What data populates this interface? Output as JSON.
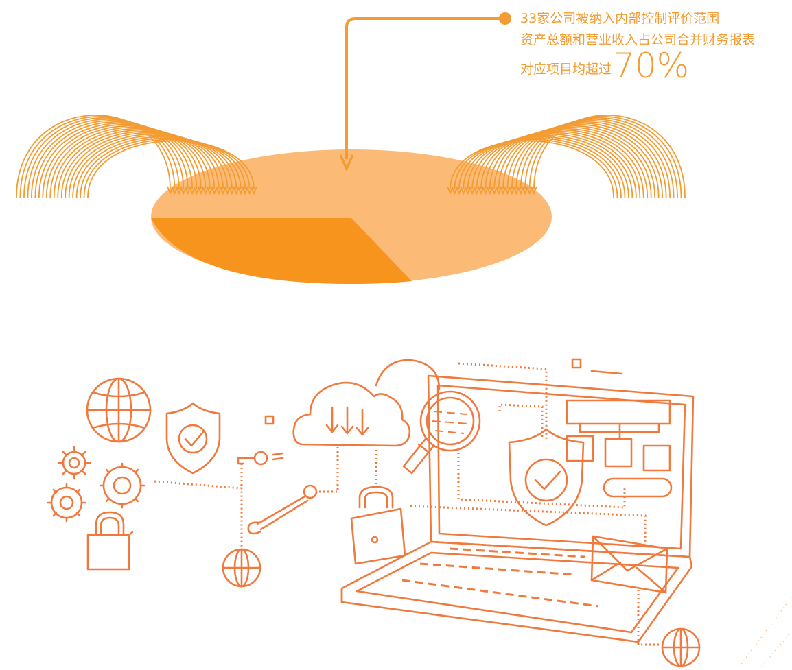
{
  "callout": {
    "line1_num": "33",
    "line1_text": "家公司被纳入内部控制评价范围",
    "line2": "资产总额和营业收入占公司合并财务报表",
    "line3_text": "对应项目均超过",
    "line3_value": "70%"
  },
  "colors": {
    "accent": "#f7941d",
    "accent_light": "#fbbb76",
    "arc": "#f39c33",
    "icon_line": "#f07a3d"
  },
  "icons": [
    "globe-icon",
    "shield-check-icon",
    "gear-icon",
    "padlock-icon",
    "key-icon",
    "wrench-icon",
    "cloud-download-icon",
    "magnifier-icon",
    "laptop-icon",
    "org-chart-icon",
    "envelope-icon"
  ]
}
